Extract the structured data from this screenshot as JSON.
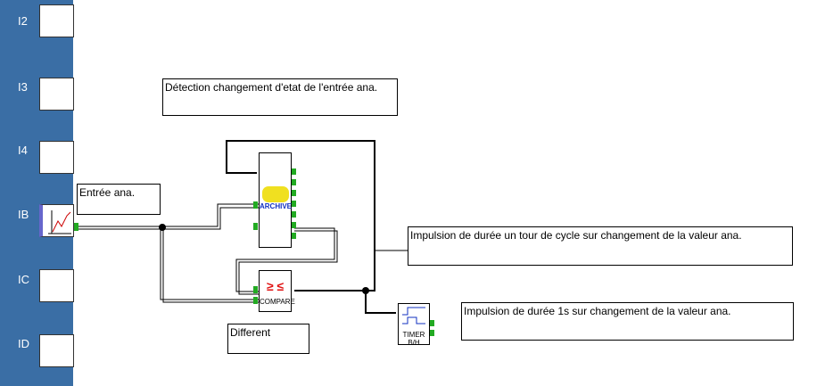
{
  "inputs": [
    {
      "label": "I2"
    },
    {
      "label": "I3"
    },
    {
      "label": "I4"
    },
    {
      "label": "IB"
    },
    {
      "label": "IC"
    },
    {
      "label": "ID"
    }
  ],
  "comments": {
    "detection": "Détection changement d'etat de l'entrée ana.",
    "entree": "Entrée ana.",
    "cycle": "Impulsion de durée un tour de cycle sur changement de la valeur ana.",
    "pulse1s": "Impulsion de durée 1s  sur changement de la valeur ana.",
    "different": "Different"
  },
  "blocks": {
    "archive": "ARCHIVE",
    "compare": "COMPARE",
    "timer": "TIMER B/H"
  },
  "colors": {
    "sidebar": "#3a6ea5",
    "pin": "#22aa22"
  }
}
